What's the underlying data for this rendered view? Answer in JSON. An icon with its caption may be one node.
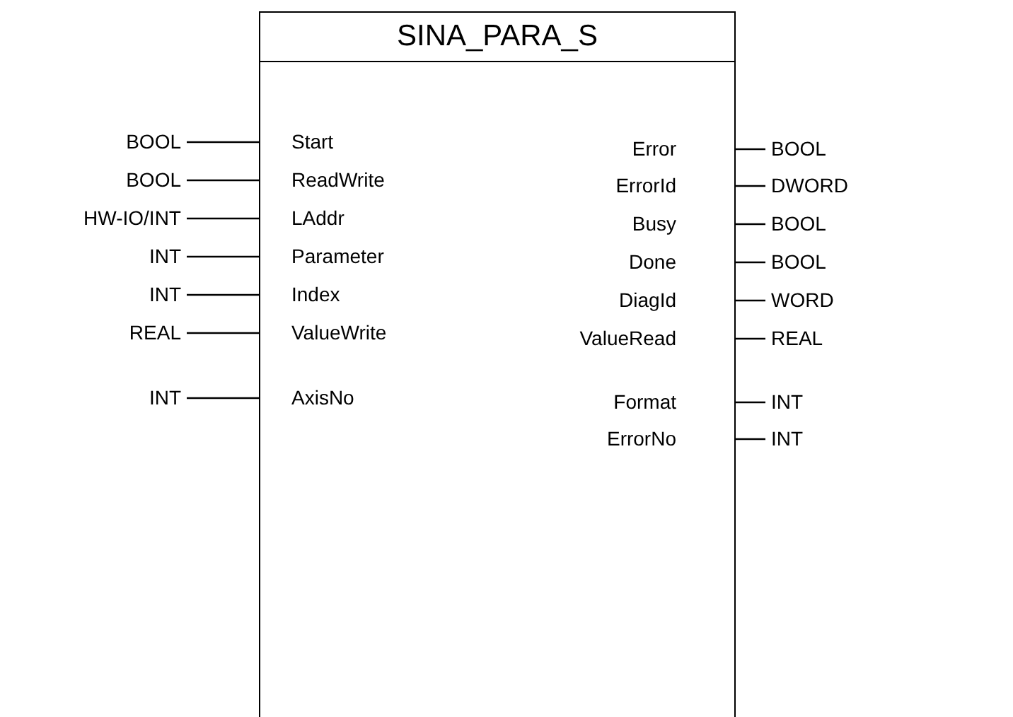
{
  "diagram": {
    "nodes": [
      {
        "text": [
          "SINA_PARA_S"
        ]
      },
      {
        "text": [
          "Start"
        ],
        "in": 0
      },
      {
        "text": [
          "ReadWrite"
        ],
        "in": 0
      },
      {
        "text": [
          "LAddr"
        ],
        "in": 0
      },
      {
        "text": [
          "Parameter"
        ],
        "in": 0
      },
      {
        "text": [
          "Index"
        ],
        "in": 0
      },
      {
        "text": [
          "ValueWrite"
        ],
        "in": 0
      },
      {
        "text": [
          "AxisNo"
        ],
        "in": 0
      },
      {
        "text": [
          "Error"
        ],
        "in": 0
      },
      {
        "text": [
          "ErrorId"
        ],
        "in": 0
      },
      {
        "text": [
          "Busy"
        ],
        "in": 0
      },
      {
        "text": [
          "Done"
        ],
        "in": 0
      },
      {
        "text": [
          "DiagId"
        ],
        "in": 0
      },
      {
        "text": [
          "ValueRead"
        ],
        "in": 0
      },
      {
        "text": [
          "Format"
        ],
        "in": 0
      },
      {
        "text": [
          "ErrorNo"
        ],
        "in": 0
      },
      {
        "text": [
          "BOOL"
        ]
      },
      {
        "text": [
          "BOOL"
        ]
      },
      {
        "text": [
          "HW-IO/INT"
        ]
      },
      {
        "text": [
          "INT"
        ]
      },
      {
        "text": [
          "INT"
        ]
      },
      {
        "text": [
          "REAL"
        ]
      },
      {
        "text": [
          "INT"
        ]
      },
      {
        "text": [
          "BOOL"
        ]
      },
      {
        "text": [
          "DWORD"
        ]
      },
      {
        "text": [
          "BOOL"
        ]
      },
      {
        "text": [
          "BOOL"
        ]
      },
      {
        "text": [
          "WORD"
        ]
      },
      {
        "text": [
          "REAL"
        ]
      },
      {
        "text": [
          "INT"
        ]
      },
      {
        "text": [
          "INT"
        ]
      }
    ],
    "edges": [
      {
        "from": 16,
        "to": 1,
        "arrow": "none"
      },
      {
        "from": 17,
        "to": 2,
        "arrow": "none"
      },
      {
        "from": 18,
        "to": 3,
        "arrow": "none"
      },
      {
        "from": 19,
        "to": 4,
        "arrow": "none"
      },
      {
        "from": 20,
        "to": 5,
        "arrow": "none"
      },
      {
        "from": 21,
        "to": 6,
        "arrow": "none"
      },
      {
        "from": 22,
        "to": 7,
        "arrow": "none"
      },
      {
        "from": 8,
        "to": 23,
        "arrow": "none"
      },
      {
        "from": 9,
        "to": 24,
        "arrow": "none"
      },
      {
        "from": 10,
        "to": 25,
        "arrow": "none"
      },
      {
        "from": 11,
        "to": 26,
        "arrow": "none"
      },
      {
        "from": 12,
        "to": 27,
        "arrow": "none"
      },
      {
        "from": 13,
        "to": 28,
        "arrow": "none"
      },
      {
        "from": 14,
        "to": 29,
        "arrow": "none"
      },
      {
        "from": 15,
        "to": 30,
        "arrow": "none"
      }
    ]
  }
}
